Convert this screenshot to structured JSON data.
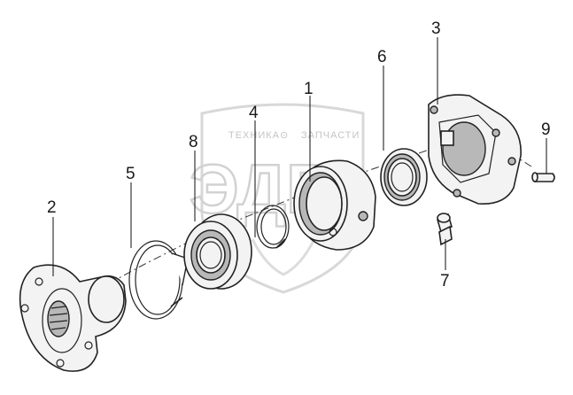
{
  "watermark": {
    "line1": "ТЕХНИКА",
    "line2": "ЗАПЧАСТИ",
    "logo": "ЭДР"
  },
  "callouts": {
    "c1": "1",
    "c2": "2",
    "c3": "3",
    "c4": "4",
    "c5": "5",
    "c6": "6",
    "c7": "7",
    "c8": "8",
    "c9": "9"
  }
}
